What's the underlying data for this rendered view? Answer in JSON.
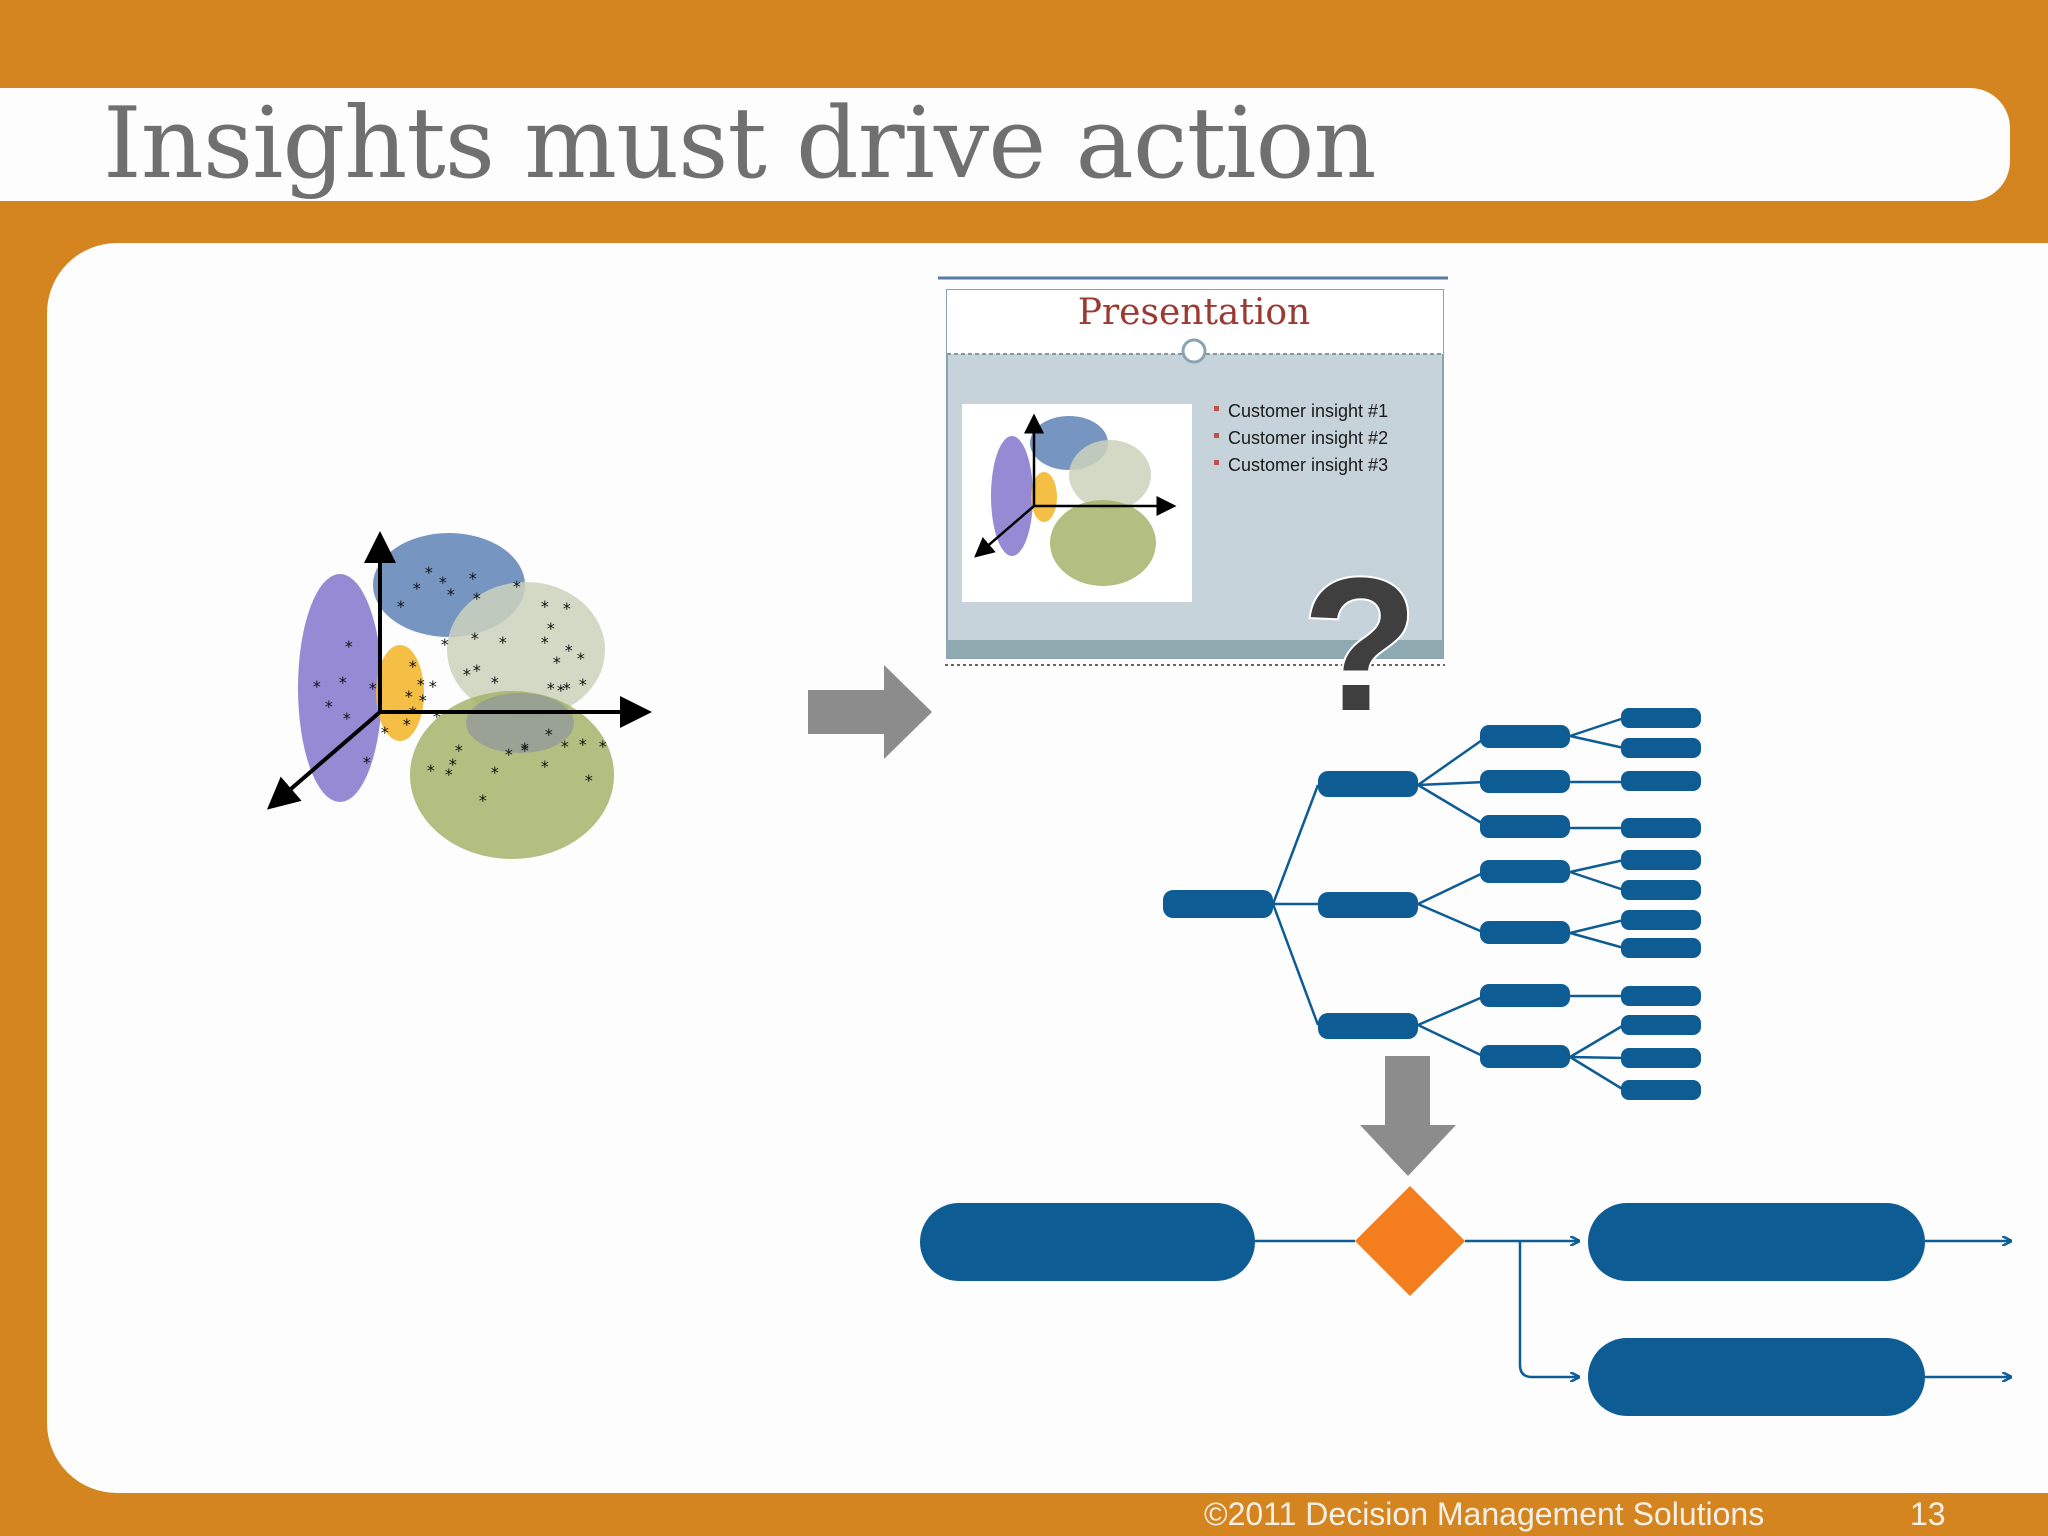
{
  "slide": {
    "title": "Insights must drive action",
    "footer_copyright": "©2011 Decision Management Solutions",
    "page_number": "13"
  },
  "thumbnail": {
    "title": "Presentation",
    "bullets": [
      "Customer insight #1",
      "Customer insight #2",
      "Customer insight #3"
    ],
    "question_mark": "?"
  },
  "colors": {
    "frame_orange": "#d4851f",
    "node_blue": "#0e5c94",
    "decision_orange": "#f47d1d",
    "arrow_gray": "#8c8c8c"
  }
}
